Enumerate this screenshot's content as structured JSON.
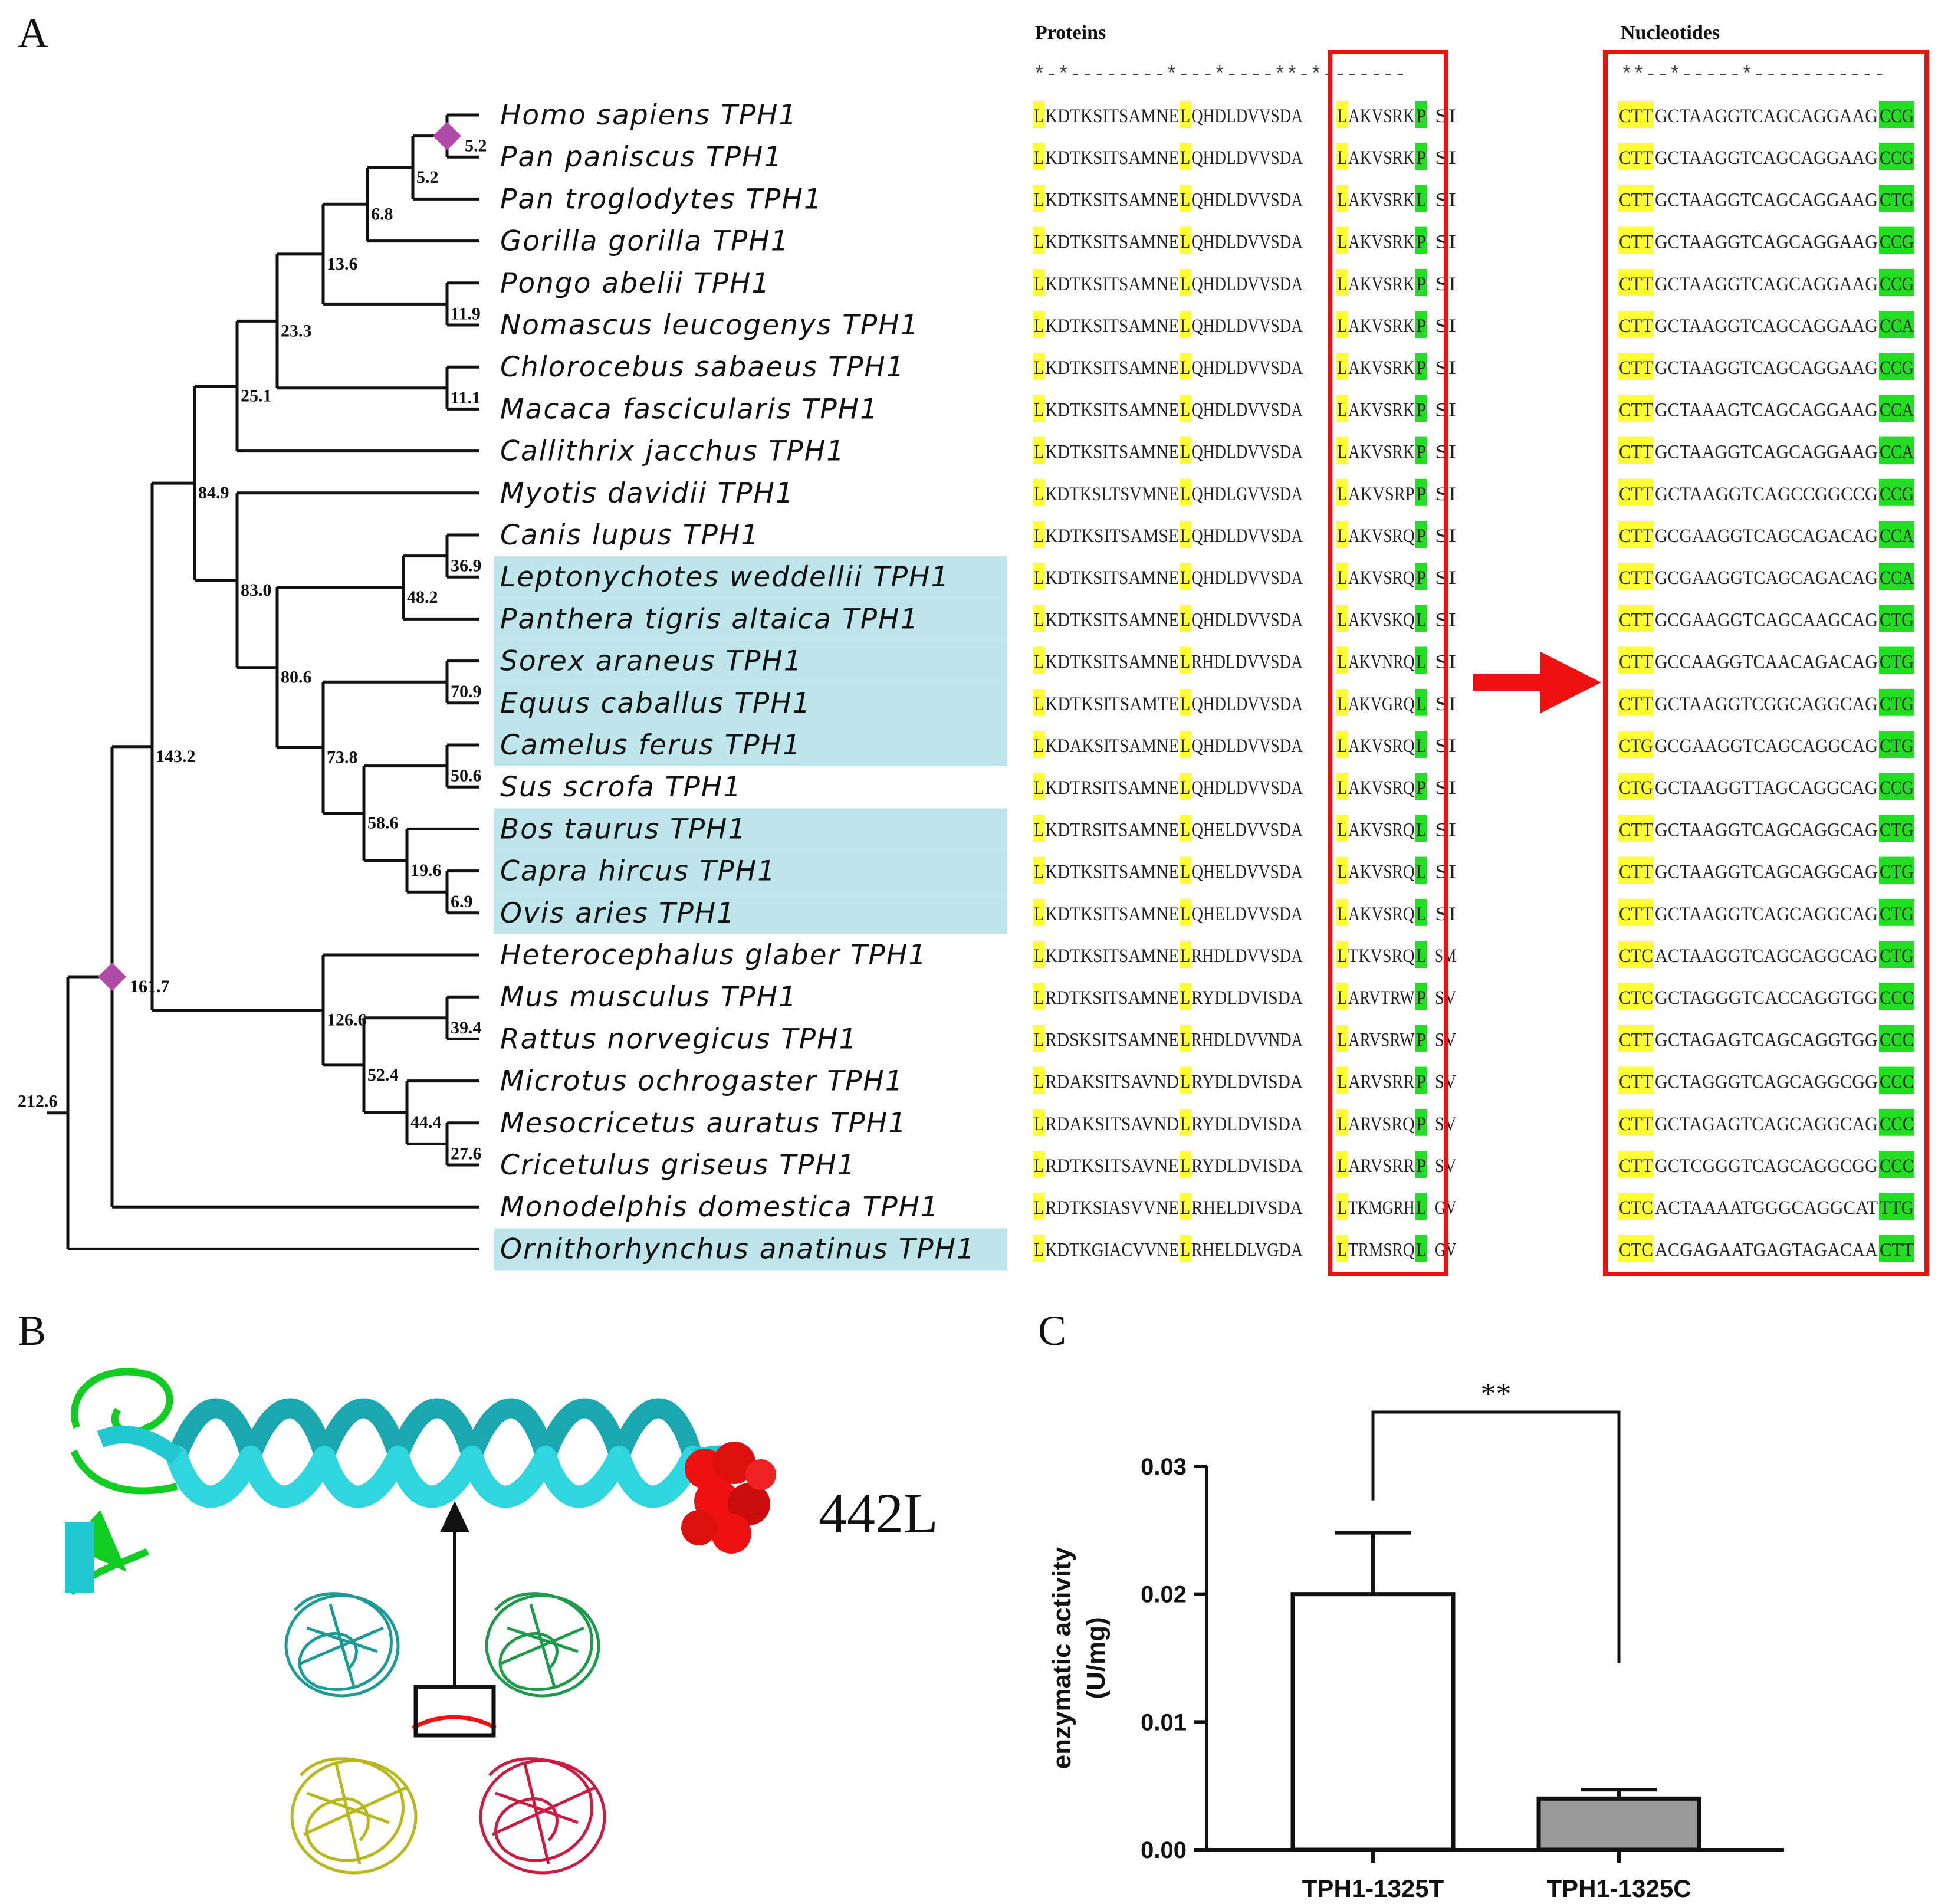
{
  "panels": {
    "a": "A",
    "b": "B",
    "c": "C"
  },
  "tree": {
    "species": [
      {
        "name": "Homo sapiens TPH1",
        "highlight": false
      },
      {
        "name": "Pan paniscus TPH1",
        "highlight": false
      },
      {
        "name": "Pan troglodytes TPH1",
        "highlight": false
      },
      {
        "name": "Gorilla gorilla TPH1",
        "highlight": false
      },
      {
        "name": "Pongo abelii TPH1",
        "highlight": false
      },
      {
        "name": "Nomascus leucogenys TPH1",
        "highlight": false
      },
      {
        "name": "Chlorocebus sabaeus TPH1",
        "highlight": false
      },
      {
        "name": "Macaca fascicularis TPH1",
        "highlight": false
      },
      {
        "name": "Callithrix jacchus TPH1",
        "highlight": false
      },
      {
        "name": "Myotis davidii TPH1",
        "highlight": false
      },
      {
        "name": "Canis lupus TPH1",
        "highlight": false
      },
      {
        "name": "Leptonychotes weddellii TPH1",
        "highlight": true
      },
      {
        "name": "Panthera tigris altaica TPH1",
        "highlight": true
      },
      {
        "name": "Sorex araneus TPH1",
        "highlight": true
      },
      {
        "name": "Equus caballus TPH1",
        "highlight": true
      },
      {
        "name": "Camelus ferus TPH1",
        "highlight": true
      },
      {
        "name": "Sus scrofa TPH1",
        "highlight": false
      },
      {
        "name": "Bos taurus TPH1",
        "highlight": true
      },
      {
        "name": "Capra hircus TPH1",
        "highlight": true
      },
      {
        "name": "Ovis aries TPH1",
        "highlight": true
      },
      {
        "name": "Heterocephalus glaber TPH1",
        "highlight": false
      },
      {
        "name": "Mus musculus TPH1",
        "highlight": false
      },
      {
        "name": "Rattus norvegicus TPH1",
        "highlight": false
      },
      {
        "name": "Microtus ochrogaster TPH1",
        "highlight": false
      },
      {
        "name": "Mesocricetus auratus TPH1",
        "highlight": false
      },
      {
        "name": "Cricetulus griseus TPH1",
        "highlight": false
      },
      {
        "name": "Monodelphis domestica TPH1",
        "highlight": false
      },
      {
        "name": "Ornithorhynchus anatinus TPH1",
        "highlight": true
      }
    ],
    "nodes": [
      {
        "id": "n1",
        "label": "5.2",
        "children": [
          0,
          1
        ],
        "marker": true
      },
      {
        "id": "n2",
        "label": "5.2",
        "children": [
          "n1",
          2
        ]
      },
      {
        "id": "n3",
        "label": "6.8",
        "children": [
          "n2",
          3
        ]
      },
      {
        "id": "n4",
        "label": "11.9",
        "children": [
          4,
          5
        ]
      },
      {
        "id": "n5",
        "label": "13.6",
        "children": [
          "n3",
          "n4"
        ]
      },
      {
        "id": "n6",
        "label": "11.1",
        "children": [
          6,
          7
        ]
      },
      {
        "id": "n7",
        "label": "23.3",
        "children": [
          "n5",
          "n6"
        ]
      },
      {
        "id": "n8",
        "label": "25.1",
        "children": [
          "n7",
          8
        ]
      },
      {
        "id": "n9",
        "label": "36.9",
        "children": [
          10,
          11
        ]
      },
      {
        "id": "n10",
        "label": "48.2",
        "children": [
          "n9",
          12
        ]
      },
      {
        "id": "n11",
        "label": "70.9",
        "children": [
          13,
          14
        ]
      },
      {
        "id": "n12",
        "label": "50.6",
        "children": [
          15,
          16
        ]
      },
      {
        "id": "n13",
        "label": "6.9",
        "children": [
          18,
          19
        ]
      },
      {
        "id": "n14",
        "label": "19.6",
        "children": [
          17,
          "n13"
        ]
      },
      {
        "id": "n15",
        "label": "58.6",
        "children": [
          "n12",
          "n14"
        ]
      },
      {
        "id": "n16",
        "label": "73.8",
        "children": [
          "n11",
          "n15"
        ]
      },
      {
        "id": "n17",
        "label": "80.6",
        "children": [
          "n10",
          "n16"
        ]
      },
      {
        "id": "n18",
        "label": "83.0",
        "children": [
          9,
          "n17"
        ]
      },
      {
        "id": "n19",
        "label": "84.9",
        "children": [
          "n8",
          "n18"
        ]
      },
      {
        "id": "n20",
        "label": "39.4",
        "children": [
          21,
          22
        ]
      },
      {
        "id": "n21",
        "label": "27.6",
        "children": [
          24,
          25
        ]
      },
      {
        "id": "n22",
        "label": "44.4",
        "children": [
          23,
          "n21"
        ]
      },
      {
        "id": "n23",
        "label": "52.4",
        "children": [
          "n20",
          "n22"
        ]
      },
      {
        "id": "n24",
        "label": "126.6",
        "children": [
          20,
          "n23"
        ]
      },
      {
        "id": "n25",
        "label": "143.2",
        "children": [
          "n19",
          "n24"
        ]
      },
      {
        "id": "n26",
        "label": "161.7",
        "children": [
          "n25",
          26
        ],
        "marker": true
      },
      {
        "id": "n27",
        "label": "212.6",
        "children": [
          "n26",
          27
        ]
      }
    ]
  },
  "alignment": {
    "proteins_title": "Proteins",
    "nucleotides_title": "Nucleotides",
    "protein_conservation": "*-*--------*---*----**-*-------",
    "nucleotide_conservation": "**--*-----*-----------",
    "protein_rows": [
      [
        "L",
        "KDTKSITSAMNE",
        "L",
        "QHDLDVVSDA",
        "L",
        "AKVSRK",
        "P",
        "SI"
      ],
      [
        "L",
        "KDTKSITSAMNE",
        "L",
        "QHDLDVVSDA",
        "L",
        "AKVSRK",
        "P",
        "SI"
      ],
      [
        "L",
        "KDTKSITSAMNE",
        "L",
        "QHDLDVVSDA",
        "L",
        "AKVSRK",
        "L",
        "SI"
      ],
      [
        "L",
        "KDTKSITSAMNE",
        "L",
        "QHDLDVVSDA",
        "L",
        "AKVSRK",
        "P",
        "SI"
      ],
      [
        "L",
        "KDTKSITSAMNE",
        "L",
        "QHDLDVVSDA",
        "L",
        "AKVSRK",
        "P",
        "SI"
      ],
      [
        "L",
        "KDTKSITSAMNE",
        "L",
        "QHDLDVVSDA",
        "L",
        "AKVSRK",
        "P",
        "SI"
      ],
      [
        "L",
        "KDTKSITSAMNE",
        "L",
        "QHDLDVVSDA",
        "L",
        "AKVSRK",
        "P",
        "SI"
      ],
      [
        "L",
        "KDTKSITSAMNE",
        "L",
        "QHDLDVVSDA",
        "L",
        "AKVSRK",
        "P",
        "SI"
      ],
      [
        "L",
        "KDTKSITSAMNE",
        "L",
        "QHDLDVVSDA",
        "L",
        "AKVSRK",
        "P",
        "SI"
      ],
      [
        "L",
        "KDTKSLTSVMNE",
        "L",
        "QHDLGVVSDA",
        "L",
        "AKVSRP",
        "P",
        "SI"
      ],
      [
        "L",
        "KDTKSITSAMSE",
        "L",
        "QHDLDVVSDA",
        "L",
        "AKVSRQ",
        "P",
        "SI"
      ],
      [
        "L",
        "KDTKSITSAMNE",
        "L",
        "QHDLDVVSDA",
        "L",
        "AKVSRQ",
        "P",
        "SI"
      ],
      [
        "L",
        "KDTKSITSAMNE",
        "L",
        "QHDLDVVSDA",
        "L",
        "AKVSKQ",
        "L",
        "SI"
      ],
      [
        "L",
        "KDTKSITSAMNE",
        "L",
        "RHDLDVVSDA",
        "L",
        "AKVNRQ",
        "L",
        "SI"
      ],
      [
        "L",
        "KDTKSITSAMTE",
        "L",
        "QHDLDVVSDA",
        "L",
        "AKVGRQ",
        "L",
        "SI"
      ],
      [
        "L",
        "KDAKSITSAMNE",
        "L",
        "QHDLDVVSDA",
        "L",
        "AKVSRQ",
        "L",
        "SI"
      ],
      [
        "L",
        "KDTRSITSAMNE",
        "L",
        "QHDLDVVSDA",
        "L",
        "AKVSRQ",
        "P",
        "SI"
      ],
      [
        "L",
        "KDTRSITSAMNE",
        "L",
        "QHELDVVSDA",
        "L",
        "AKVSRQ",
        "L",
        "SI"
      ],
      [
        "L",
        "KDTKSITSAMNE",
        "L",
        "QHELDVVSDA",
        "L",
        "AKVSRQ",
        "L",
        "SI"
      ],
      [
        "L",
        "KDTKSITSAMNE",
        "L",
        "QHELDVVSDA",
        "L",
        "AKVSRQ",
        "L",
        "SI"
      ],
      [
        "L",
        "KDTKSITSAMNE",
        "L",
        "RHDLDVVSDA",
        "L",
        "TKVSRQ",
        "L",
        "SM"
      ],
      [
        "L",
        "RDTKSITSAMNE",
        "L",
        "RYDLDVISDA",
        "L",
        "ARVTRW",
        "P",
        "SV"
      ],
      [
        "L",
        "RDSKSITSAMNE",
        "L",
        "RHDLDVVNDA",
        "L",
        "ARVSRW",
        "P",
        "SV"
      ],
      [
        "L",
        "RDAKSITSAVND",
        "L",
        "RYDLDVISDA",
        "L",
        "ARVSRR",
        "P",
        "SV"
      ],
      [
        "L",
        "RDAKSITSAVND",
        "L",
        "RYDLDVISDA",
        "L",
        "ARVSRQ",
        "P",
        "SV"
      ],
      [
        "L",
        "RDTKSITSAVNE",
        "L",
        "RYDLDVISDA",
        "L",
        "ARVSRR",
        "P",
        "SV"
      ],
      [
        "L",
        "RDTKSIASVVNE",
        "L",
        "RHELDIVSDA",
        "L",
        "TKMGRH",
        "L",
        "GV"
      ],
      [
        "L",
        "KDTKGIACVVNE",
        "L",
        "RHELDLVGDA",
        "L",
        "TRMSRQ",
        "L",
        "GV"
      ]
    ],
    "nucleotide_rows": [
      [
        "CTT",
        "GCTAAGGTCAGCAGGAAG",
        "CCG"
      ],
      [
        "CTT",
        "GCTAAGGTCAGCAGGAAG",
        "CCG"
      ],
      [
        "CTT",
        "GCTAAGGTCAGCAGGAAG",
        "CTG"
      ],
      [
        "CTT",
        "GCTAAGGTCAGCAGGAAG",
        "CCG"
      ],
      [
        "CTT",
        "GCTAAGGTCAGCAGGAAG",
        "CCG"
      ],
      [
        "CTT",
        "GCTAAGGTCAGCAGGAAG",
        "CCA"
      ],
      [
        "CTT",
        "GCTAAGGTCAGCAGGAAG",
        "CCG"
      ],
      [
        "CTT",
        "GCTAAAGTCAGCAGGAAG",
        "CCA"
      ],
      [
        "CTT",
        "GCTAAGGTCAGCAGGAAG",
        "CCA"
      ],
      [
        "CTT",
        "GCTAAGGTCAGCCGGCCG",
        "CCG"
      ],
      [
        "CTT",
        "GCGAAGGTCAGCAGACAG",
        "CCA"
      ],
      [
        "CTT",
        "GCGAAGGTCAGCAGACAG",
        "CCA"
      ],
      [
        "CTT",
        "GCGAAGGTCAGCAAGCAG",
        "CTG"
      ],
      [
        "CTT",
        "GCCAAGGTCAACAGACAG",
        "CTG"
      ],
      [
        "CTT",
        "GCTAAGGTCGGCAGGCAG",
        "CTG"
      ],
      [
        "CTG",
        "GCGAAGGTCAGCAGGCAG",
        "CTG"
      ],
      [
        "CTG",
        "GCTAAGGTTAGCAGGCAG",
        "CCG"
      ],
      [
        "CTT",
        "GCTAAGGTCAGCAGGCAG",
        "CTG"
      ],
      [
        "CTT",
        "GCTAAGGTCAGCAGGCAG",
        "CTG"
      ],
      [
        "CTT",
        "GCTAAGGTCAGCAGGCAG",
        "CTG"
      ],
      [
        "CTC",
        "ACTAAGGTCAGCAGGCAG",
        "CTG"
      ],
      [
        "CTC",
        "GCTAGGGTCACCAGGTGG",
        "CCC"
      ],
      [
        "CTT",
        "GCTAGAGTCAGCAGGTGG",
        "CCC"
      ],
      [
        "CTT",
        "GCTAGGGTCAGCAGGCGG",
        "CCC"
      ],
      [
        "CTT",
        "GCTAGAGTCAGCAGGCAG",
        "CCC"
      ],
      [
        "CTT",
        "GCTCGGGTCAGCAGGCGG",
        "CCC"
      ],
      [
        "CTC",
        "ACTAAAATGGGCAGGCAT",
        "TTG"
      ],
      [
        "CTC",
        "ACGAGAATGAGTAGACAA",
        "CTT"
      ]
    ],
    "colors": {
      "yellow": "#ffff33",
      "green": "#22dd22",
      "box_red": "#ee1111",
      "tree_highlight": "#bde5ea",
      "marker": "#b04aa8"
    }
  },
  "structure": {
    "residue_label": "442L",
    "colors": {
      "helix": "#22c8d0",
      "sheet": "#11cc22",
      "residue": "#ee1111"
    }
  },
  "chart_data": {
    "type": "bar",
    "categories": [
      "TPH1-1325T",
      "TPH1-1325C"
    ],
    "values": [
      0.02,
      0.004
    ],
    "error": [
      0.0048,
      0.0007
    ],
    "ylabel": "enzymatic activity\n(U/mg)",
    "ylabel_lines": [
      "enzymatic activity",
      "(U/mg)"
    ],
    "ylim": [
      0,
      0.03
    ],
    "yticks": [
      "0.00",
      "0.01",
      "0.02",
      "0.03"
    ],
    "yticks_values": [
      0,
      0.01,
      0.02,
      0.03
    ],
    "significance": "**",
    "bar_colors": [
      "#ffffff",
      "#999999"
    ]
  }
}
